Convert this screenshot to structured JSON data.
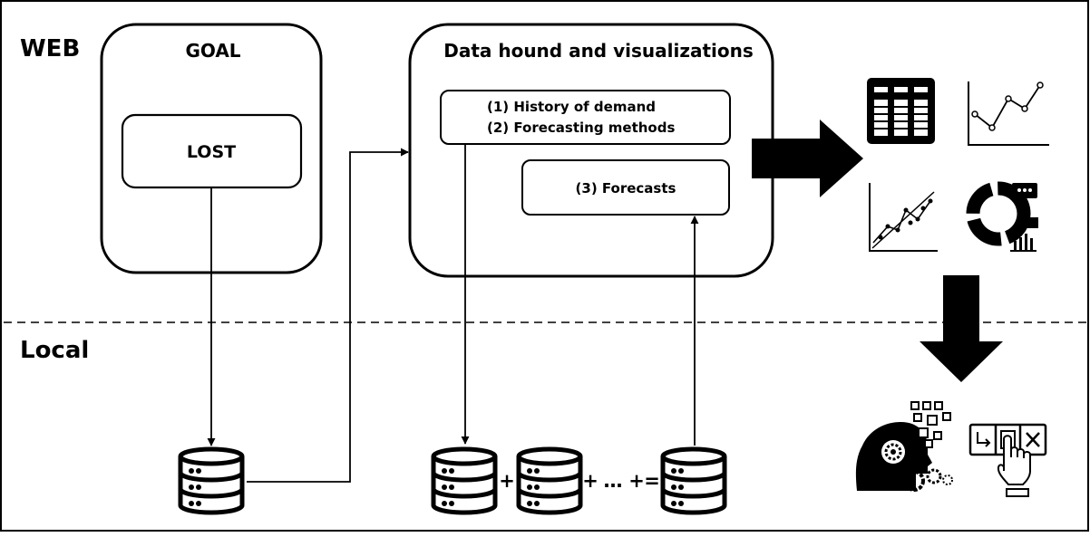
{
  "zones": {
    "web": "WEB",
    "local": "Local"
  },
  "goal_panel": {
    "title": "GOAL",
    "inner": "LOST"
  },
  "data_panel": {
    "title": "Data hound and visualizations",
    "items": [
      "(1) History of demand",
      "(2) Forecasting methods"
    ],
    "forecasts": "(3) Forecasts"
  },
  "operators": {
    "plus1": "+",
    "plus2": "+",
    "ellipsis": "…",
    "plus3": "+",
    "equals": "="
  },
  "icons": [
    "database-icon",
    "table-icon",
    "line-chart-icon",
    "scatter-trend-icon",
    "donut-chart-icon",
    "ai-head-gears-icon",
    "touch-select-icon"
  ],
  "colors": {
    "ink": "#000000",
    "background": "#ffffff"
  }
}
